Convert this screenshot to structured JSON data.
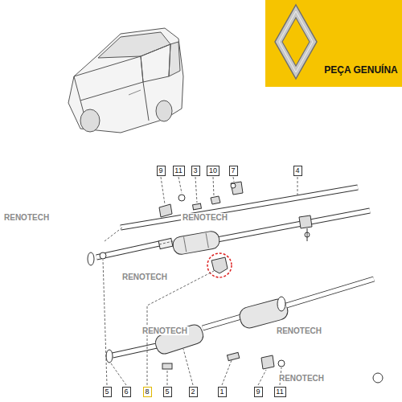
{
  "diagram": {
    "nodes": [
      {
        "text": [
          "9"
        ]
      },
      {
        "text": [
          "11"
        ]
      },
      {
        "text": [
          "3"
        ]
      },
      {
        "text": [
          "10"
        ]
      },
      {
        "text": [
          "7"
        ]
      },
      {
        "text": [
          "4"
        ]
      },
      {
        "text": [
          "5"
        ]
      },
      {
        "text": [
          "6"
        ]
      },
      {
        "text": [
          "8"
        ]
      },
      {
        "text": [
          "5"
        ]
      },
      {
        "text": [
          "2"
        ]
      },
      {
        "text": [
          "1"
        ]
      },
      {
        "text": [
          "9"
        ]
      },
      {
        "text": [
          "11"
        ]
      }
    ],
    "labels": [
      "PEÇA GENUÍNA",
      "RENOTECH",
      "RENOTECH",
      "RENOTECH",
      "RENOTECH",
      "RENOTECH",
      "RENOTECH"
    ]
  }
}
